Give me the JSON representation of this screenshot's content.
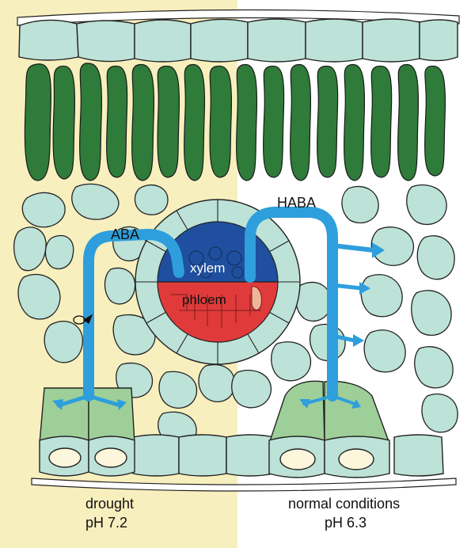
{
  "labels": {
    "aba": "ABA",
    "haba": "HABA",
    "xylem": "xylem",
    "phloem": "phloem"
  },
  "captions": {
    "left_line1": "drought",
    "left_line2": "pH 7.2",
    "right_line1": "normal conditions",
    "right_line2": "pH 6.3"
  },
  "colors": {
    "drought_background": "#f8efbe",
    "normal_background": "#ffffff",
    "epidermis_cell": "#bde2d8",
    "palisade_cell": "#2f7b3a",
    "guard_cell": "#9fcf98",
    "xylem": "#1f4f9e",
    "phloem": "#e03a3a",
    "transport_arrow": "#2e9fdc",
    "stoma_pore": "#fbf6dc"
  }
}
